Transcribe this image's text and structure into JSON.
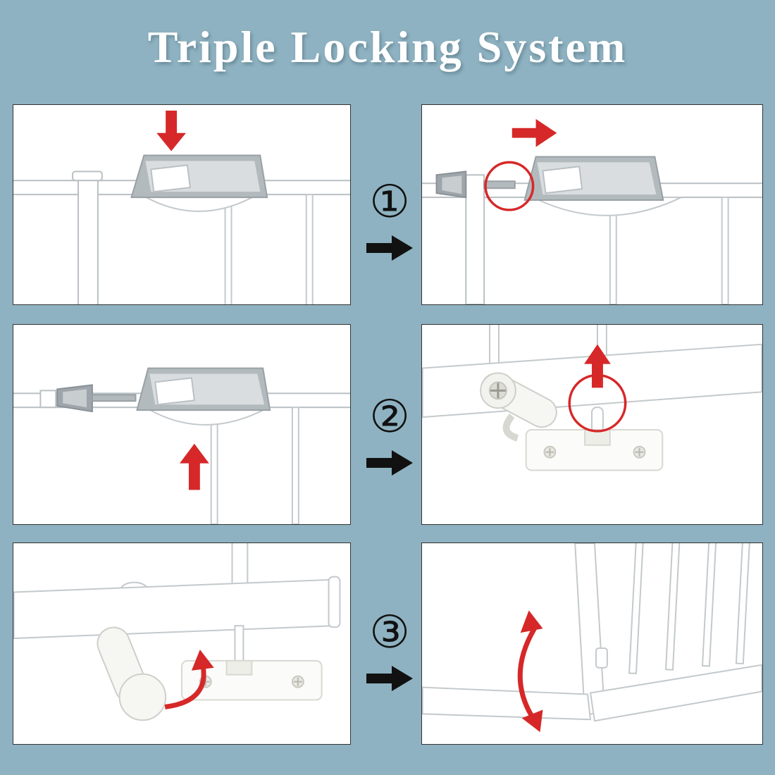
{
  "title": "Triple Locking System",
  "steps": [
    {
      "number": "①"
    },
    {
      "number": "②"
    },
    {
      "number": "③"
    }
  ],
  "panels": [
    {
      "name": "step1-press-handle-down"
    },
    {
      "name": "step1-slide-handle-sideways"
    },
    {
      "name": "step2-lift-handle-up"
    },
    {
      "name": "step2-bottom-pin-release"
    },
    {
      "name": "step3-rotate-bottom-lock"
    },
    {
      "name": "step3-gate-swings-open"
    }
  ],
  "colors": {
    "background": "#8EB2C1",
    "panel_background": "#FFFFFF",
    "panel_border": "#333333",
    "title_text": "#FFFFFF",
    "step_number": "#111111",
    "step_arrow": "#111111",
    "highlight_red": "#D62828",
    "hardware_gray": "#B3BABE"
  }
}
